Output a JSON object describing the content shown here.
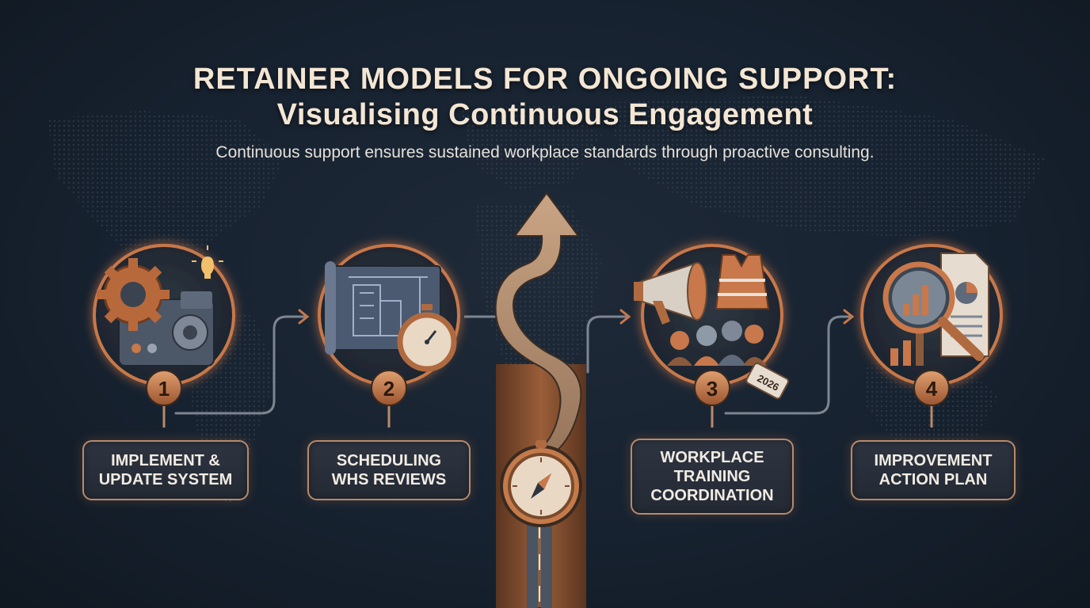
{
  "title": {
    "line1": "RETAINER MODELS FOR ONGOING SUPPORT:",
    "line2": "Visualising Continuous Engagement"
  },
  "subtitle": "Continuous support ensures sustained workplace standards through proactive consulting.",
  "steps": [
    {
      "number": "1",
      "label_line1": "IMPLEMENT &",
      "label_line2": "UPDATE SYSTEM",
      "label_line3": "",
      "icon": "gears-machine-icon"
    },
    {
      "number": "2",
      "label_line1": "SCHEDULING",
      "label_line2": "WHS REVIEWS",
      "label_line3": "",
      "icon": "blueprint-stopwatch-icon"
    },
    {
      "number": "3",
      "label_line1": "WORKPLACE",
      "label_line2": "TRAINING",
      "label_line3": "COORDINATION",
      "icon": "megaphone-workers-icon",
      "tag_text": "2026"
    },
    {
      "number": "4",
      "label_line1": "IMPROVEMENT",
      "label_line2": "ACTION PLAN",
      "label_line3": "",
      "icon": "magnifier-report-icon"
    }
  ],
  "center": {
    "icon": "winding-road-arrow-compass-icon"
  },
  "colors": {
    "accent": "#c8784a",
    "accent_light": "#e0a070",
    "background": "#172230",
    "label_border": "#b88a6a",
    "text": "#f3e6d4"
  }
}
